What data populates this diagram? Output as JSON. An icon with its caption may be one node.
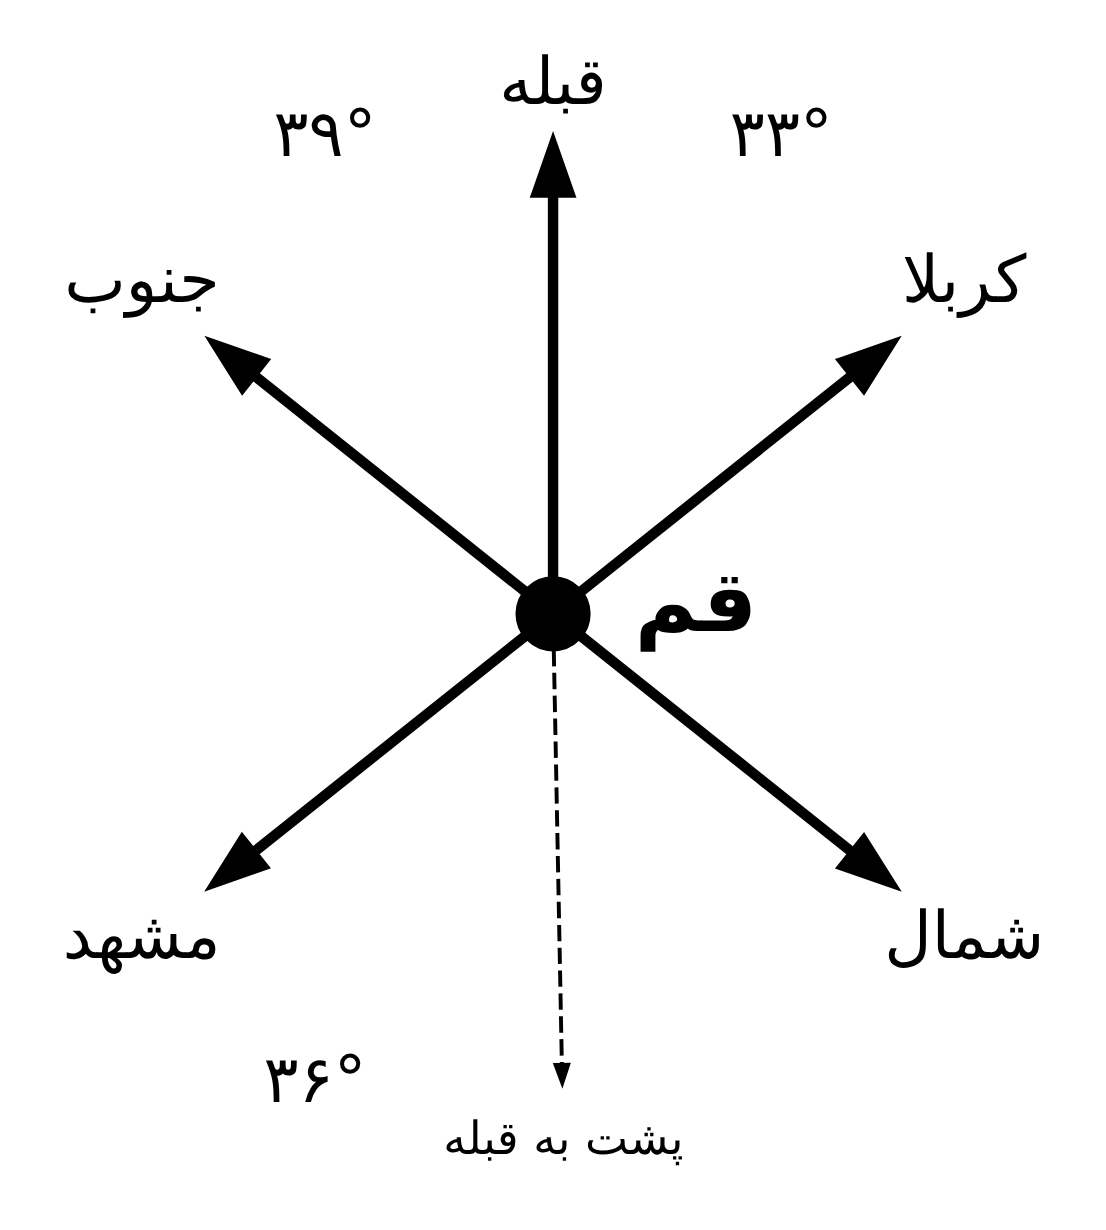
{
  "diagram": {
    "nodes": [
      {
        "text": [
          "قبله"
        ]
      },
      {
        "text": [
          "کربلا"
        ]
      },
      {
        "text": [
          "جنوب"
        ]
      },
      {
        "text": [],
        "shape": "circle",
        "beside": [
          "قم"
        ]
      },
      {
        "text": [
          "شمال"
        ]
      },
      {
        "text": [
          "پشت به قبله"
        ]
      },
      {
        "text": [
          "مشهد"
        ]
      }
    ],
    "edges": [
      {
        "from": 3,
        "to": 0,
        "arrow": "to"
      },
      {
        "from": 3,
        "to": 1,
        "arrow": "to"
      },
      {
        "from": 3,
        "to": 4,
        "arrow": "to"
      },
      {
        "from": 3,
        "to": 5,
        "arrow": "to",
        "style": "dashed"
      },
      {
        "from": 3,
        "to": 6,
        "arrow": "to"
      },
      {
        "from": 3,
        "to": 2,
        "arrow": "to"
      }
    ],
    "labels": [
      "۳۹°",
      "۳۳°",
      "۳۶°"
    ]
  }
}
